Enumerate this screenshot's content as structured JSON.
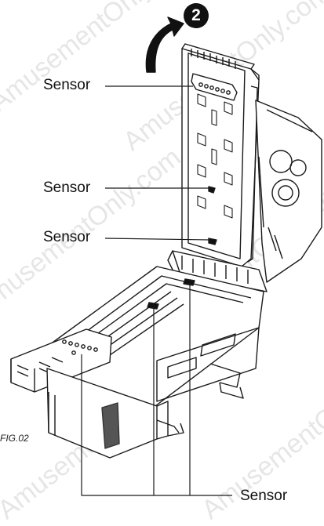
{
  "step_number": "2",
  "labels": {
    "sensor_top": "Sensor",
    "sensor_mid": "Sensor",
    "sensor_low": "Sensor",
    "sensor_bottom": "Sensor"
  },
  "figure_label": "FIG.02",
  "watermark": "AmusementOnly.com",
  "colors": {
    "line": "#1a1a1a",
    "arrow": "#111111",
    "watermark": "#c9c9c9"
  }
}
